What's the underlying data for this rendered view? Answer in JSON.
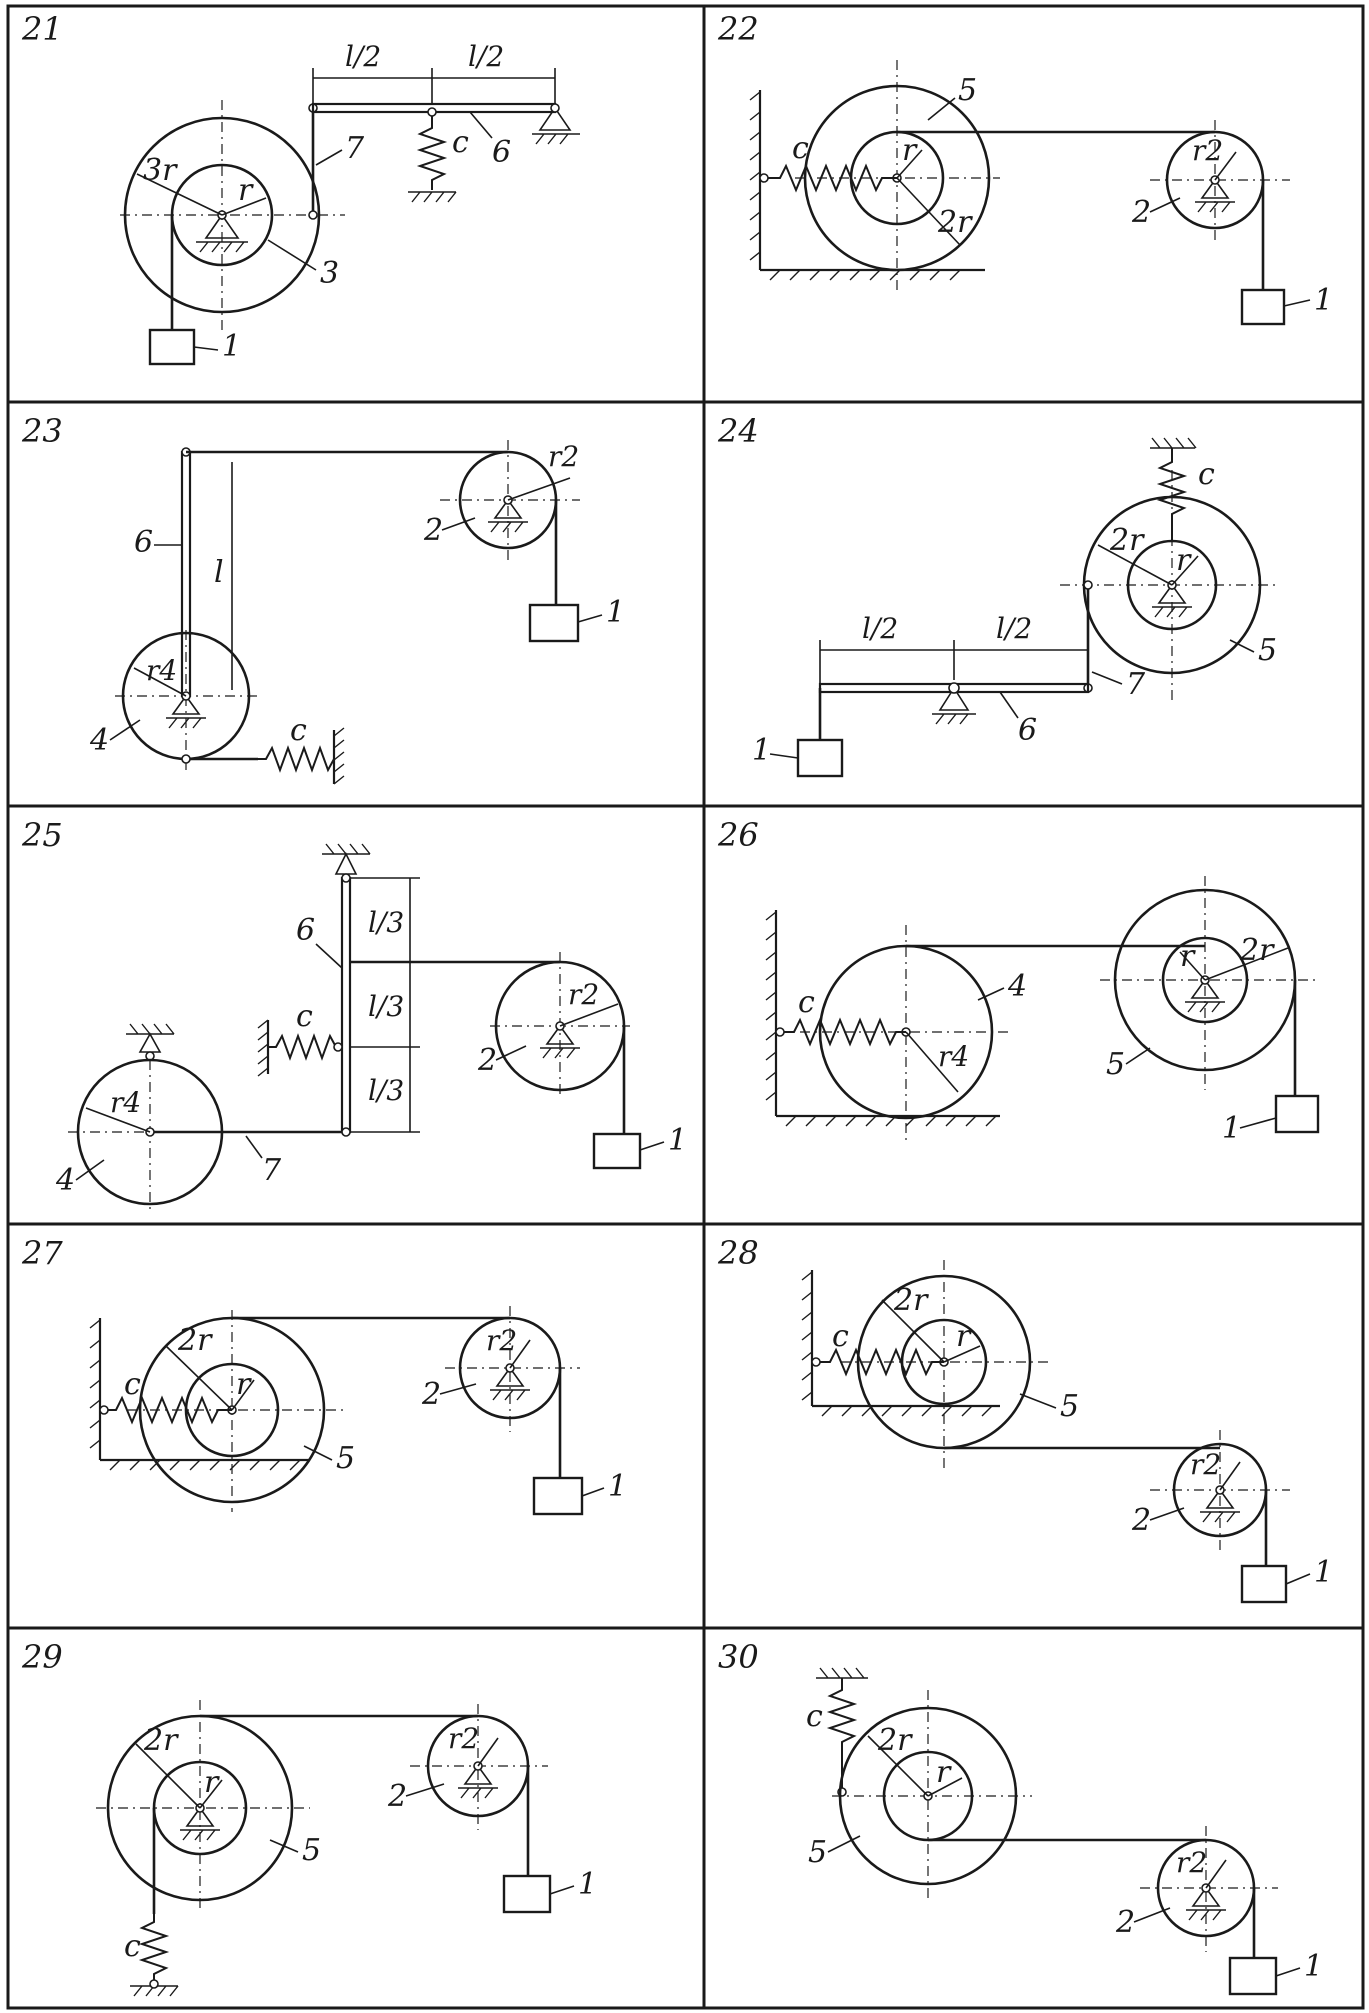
{
  "panels": [
    {
      "number": "21",
      "labels": {
        "mass": "1",
        "drum": "3",
        "beam": "6",
        "rod": "7",
        "spring": "c",
        "outer_radius": "3r",
        "inner_radius": "r",
        "span_left": "l/2",
        "span_right": "l/2"
      }
    },
    {
      "number": "22",
      "labels": {
        "mass": "1",
        "pulley": "2",
        "wheel": "5",
        "spring": "c",
        "inner_radius": "r",
        "outer_radius": "2r",
        "pulley_radius": "r2"
      }
    },
    {
      "number": "23",
      "labels": {
        "mass": "1",
        "pulley": "2",
        "disk": "4",
        "rod": "6",
        "spring": "c",
        "rod_length": "l",
        "disk_radius": "r4",
        "pulley_radius": "r2"
      }
    },
    {
      "number": "24",
      "labels": {
        "mass": "1",
        "wheel": "5",
        "beam": "6",
        "rod": "7",
        "spring": "c",
        "outer_radius": "2r",
        "inner_radius": "r",
        "span_left": "l/2",
        "span_right": "l/2"
      }
    },
    {
      "number": "25",
      "labels": {
        "mass": "1",
        "pulley": "2",
        "disk": "4",
        "rod": "6",
        "link": "7",
        "spring": "c",
        "seg1": "l/3",
        "seg2": "l/3",
        "seg3": "l/3",
        "disk_radius": "r4",
        "pulley_radius": "r2"
      }
    },
    {
      "number": "26",
      "labels": {
        "mass": "1",
        "disk": "4",
        "wheel": "5",
        "spring": "c",
        "disk_radius": "r4",
        "inner_radius": "r",
        "outer_radius": "2r"
      }
    },
    {
      "number": "27",
      "labels": {
        "mass": "1",
        "pulley": "2",
        "wheel": "5",
        "spring": "c",
        "outer_radius": "2r",
        "inner_radius": "r",
        "pulley_radius": "r2"
      }
    },
    {
      "number": "28",
      "labels": {
        "mass": "1",
        "pulley": "2",
        "wheel": "5",
        "spring": "c",
        "outer_radius": "2r",
        "inner_radius": "r",
        "pulley_radius": "r2"
      }
    },
    {
      "number": "29",
      "labels": {
        "mass": "1",
        "pulley": "2",
        "wheel": "5",
        "spring": "c",
        "outer_radius": "2r",
        "inner_radius": "r",
        "pulley_radius": "r2"
      }
    },
    {
      "number": "30",
      "labels": {
        "mass": "1",
        "pulley": "2",
        "wheel": "5",
        "spring": "c",
        "outer_radius": "2r",
        "inner_radius": "r",
        "pulley_radius": "r2"
      }
    }
  ]
}
